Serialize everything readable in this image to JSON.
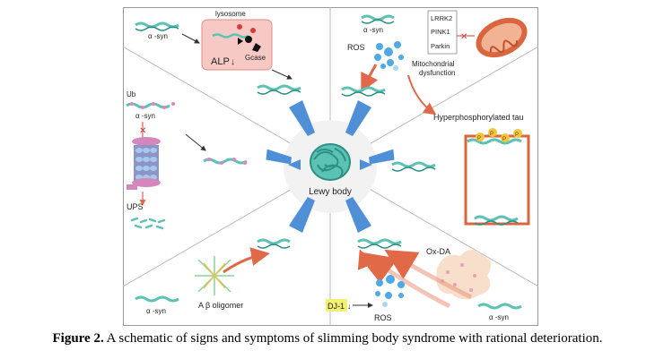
{
  "labels": {
    "lysosome": "lysosome",
    "alp": "ALP",
    "alp_arrow": "↓",
    "gcase": "Gcase",
    "asyn": "α -syn",
    "ub": "Ub",
    "ups": "UPS",
    "lrrk2": "LRRK2",
    "pink1": "PINK1",
    "parkin": "Parkin",
    "ros": "ROS",
    "mito_line1": "Mitochondrial",
    "mito_line2": "dysfunction",
    "hyper_tau": "Hyperphosphorylated tau",
    "phospho": "P",
    "lewy_body": "Lewy body",
    "abeta": "A β  oligomer",
    "oxda": "Ox-DA",
    "dj1": "DJ-1",
    "dj1_arrow": "↓",
    "block_mark": "✕"
  },
  "caption": {
    "figure_label": "Figure 2.",
    "text": " A schematic of signs and symptoms of slimming body syndrome with rational deterioration."
  },
  "colors": {
    "fibril": "#5cc2b4",
    "fibril_dark": "#2e8f84",
    "arrow_blue": "#4f8fd6",
    "arrow_red": "#e06a48",
    "lysosome_fill": "#f6c9c4",
    "ros": "#4ea9e6",
    "ub_bead": "#e682c4",
    "proteasome": "#8d94c9",
    "proteasome_pink": "#d487bc",
    "mito": "#d9663f",
    "phospho": "#f2c53d",
    "oxda_cloud": "#f7dfcb",
    "dj1_box": "#f4f070"
  }
}
